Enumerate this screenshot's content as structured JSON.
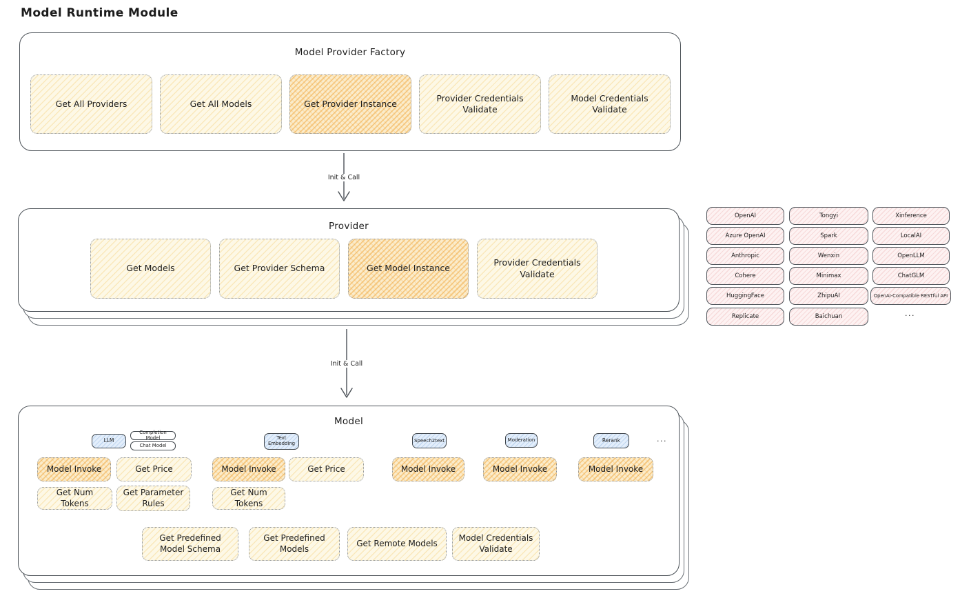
{
  "page_title": "Model Runtime Module",
  "colors": {
    "highlight_orange": "#f0a63c",
    "light_yellow": "#fdf8e6",
    "pink": "#fdf2f2",
    "blue": "#e3eefb",
    "border_dark": "#4a5056"
  },
  "arrow1": {
    "label": "Init & Call"
  },
  "arrow2": {
    "label": "Init & Call"
  },
  "factory": {
    "title": "Model Provider Factory",
    "items": [
      {
        "label": "Get All Providers",
        "highlighted": false
      },
      {
        "label": "Get All Models",
        "highlighted": false
      },
      {
        "label": "Get Provider Instance",
        "highlighted": true
      },
      {
        "label": "Provider Credentials Validate",
        "highlighted": false
      },
      {
        "label": "Model Credentials Validate",
        "highlighted": false
      }
    ]
  },
  "provider": {
    "title": "Provider",
    "items": [
      {
        "label": "Get Models",
        "highlighted": false
      },
      {
        "label": "Get Provider Schema",
        "highlighted": false
      },
      {
        "label": "Get Model Instance",
        "highlighted": true
      },
      {
        "label": "Provider Credentials Validate",
        "highlighted": false
      }
    ]
  },
  "providers_list": {
    "col1": [
      "OpenAI",
      "Azure OpenAI",
      "Anthropic",
      "Cohere",
      "HuggingFace",
      "Replicate"
    ],
    "col2": [
      "Tongyi",
      "Spark",
      "Wenxin",
      "Minimax",
      "ZhipuAI",
      "Baichuan"
    ],
    "col3": [
      "Xinference",
      "LocalAI",
      "OpenLLM",
      "ChatGLM",
      "OpenAI-Compatible RESTful API"
    ],
    "ellipsis": "..."
  },
  "model": {
    "title": "Model",
    "tags": {
      "llm": "LLM",
      "completion_model": "Completion Model",
      "chat_model": "Chat Model",
      "text_embedding": "Text Embedding",
      "speech2text": "Speech2text",
      "moderation": "Moderation",
      "rerank": "Rerank",
      "ellipsis": "..."
    },
    "methods": {
      "llm_model_invoke": "Model Invoke",
      "llm_get_price": "Get Price",
      "llm_get_num_tokens": "Get Num Tokens",
      "llm_get_parameter_rules": "Get Parameter Rules",
      "embedding_model_invoke": "Model Invoke",
      "embedding_get_price": "Get Price",
      "embedding_get_num_tokens": "Get Num Tokens",
      "speech2text_model_invoke": "Model Invoke",
      "moderation_model_invoke": "Model Invoke",
      "rerank_model_invoke": "Model Invoke"
    },
    "bottom": [
      "Get Predefined Model Schema",
      "Get Predefined Models",
      "Get Remote Models",
      "Model Credentials Validate"
    ]
  }
}
